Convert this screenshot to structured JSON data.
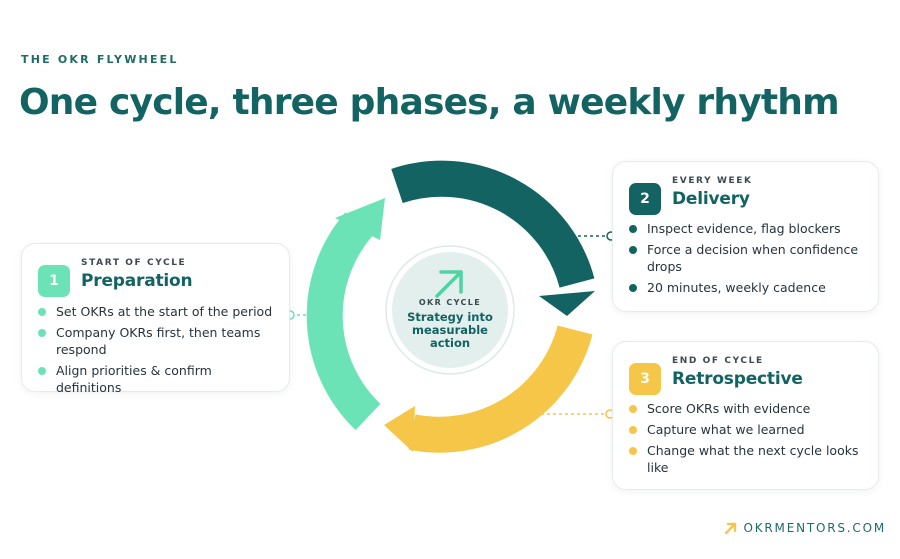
{
  "eyebrow": "THE OKR FLYWHEEL",
  "headline": "One cycle, three phases, a weekly rhythm",
  "center": {
    "kicker": "OKR CYCLE",
    "title": "Strategy into measurable action"
  },
  "phases": [
    {
      "number": "1",
      "kicker": "START OF CYCLE",
      "title": "Preparation",
      "color": "#6be3b6",
      "bullets": [
        "Set OKRs at the start of the period",
        "Company OKRs first, then teams respond",
        "Align priorities & confirm definitions"
      ]
    },
    {
      "number": "2",
      "kicker": "EVERY WEEK",
      "title": "Delivery",
      "color": "#136363",
      "bullets": [
        "Inspect evidence, flag blockers",
        "Force a decision when confidence drops",
        "20 minutes, weekly cadence"
      ]
    },
    {
      "number": "3",
      "kicker": "END OF CYCLE",
      "title": "Retrospective",
      "color": "#f5c647",
      "bullets": [
        "Score OKRs with evidence",
        "Capture what we learned",
        "Change what the next cycle looks like"
      ]
    }
  ],
  "footer": {
    "brand": "OKRMENTORS.COM",
    "icon": "arrow-up-right-icon"
  }
}
